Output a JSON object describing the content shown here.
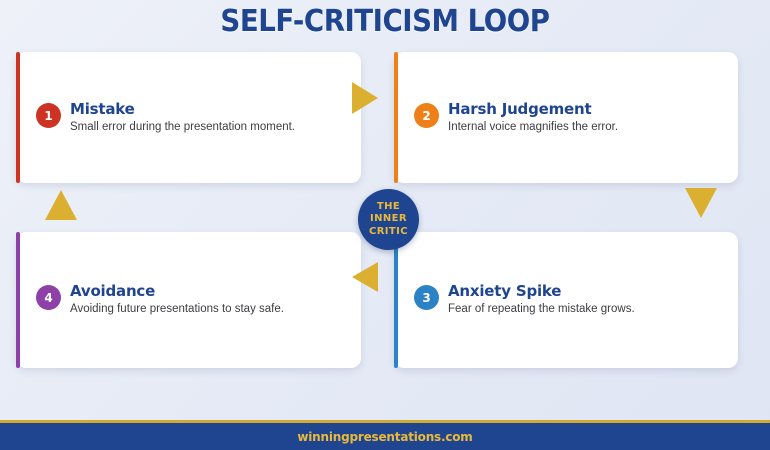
{
  "title": "SELF-CRITICISM LOOP",
  "hub": {
    "line1": "THE",
    "line2": "INNER",
    "line3": "CRITIC",
    "circle_color": "#1f4490",
    "text_color": "#e8b93a"
  },
  "cards": [
    {
      "number": "1",
      "heading": "Mistake",
      "description": "Small error during the presentation moment.",
      "accent_color": "#cc3322"
    },
    {
      "number": "2",
      "heading": "Harsh Judgement",
      "description": "Internal voice magnifies the error.",
      "accent_color": "#ef8019"
    },
    {
      "number": "3",
      "heading": "Anxiety Spike",
      "description": "Fear of repeating the mistake grows.",
      "accent_color": "#2b82c4"
    },
    {
      "number": "4",
      "heading": "Avoidance",
      "description": "Avoiding future presentations to stay safe.",
      "accent_color": "#8e3fa8"
    }
  ],
  "arrows": [
    {
      "name": "arrow-right",
      "direction": "right",
      "color": "#dbb030"
    },
    {
      "name": "arrow-down",
      "direction": "down",
      "color": "#dbb030"
    },
    {
      "name": "arrow-left",
      "direction": "left",
      "color": "#dbb030"
    },
    {
      "name": "arrow-up",
      "direction": "up",
      "color": "#dbb030"
    }
  ],
  "footer": {
    "text": "winningpresentations.com",
    "bar_color": "#1f4490",
    "accent_color": "#d4aa2e",
    "text_color": "#e8b93a"
  },
  "theme": {
    "heading_color": "#1f4490",
    "body_text_color": "#3d3d42",
    "card_background": "#ffffff",
    "page_background": "#e6ebf6"
  }
}
